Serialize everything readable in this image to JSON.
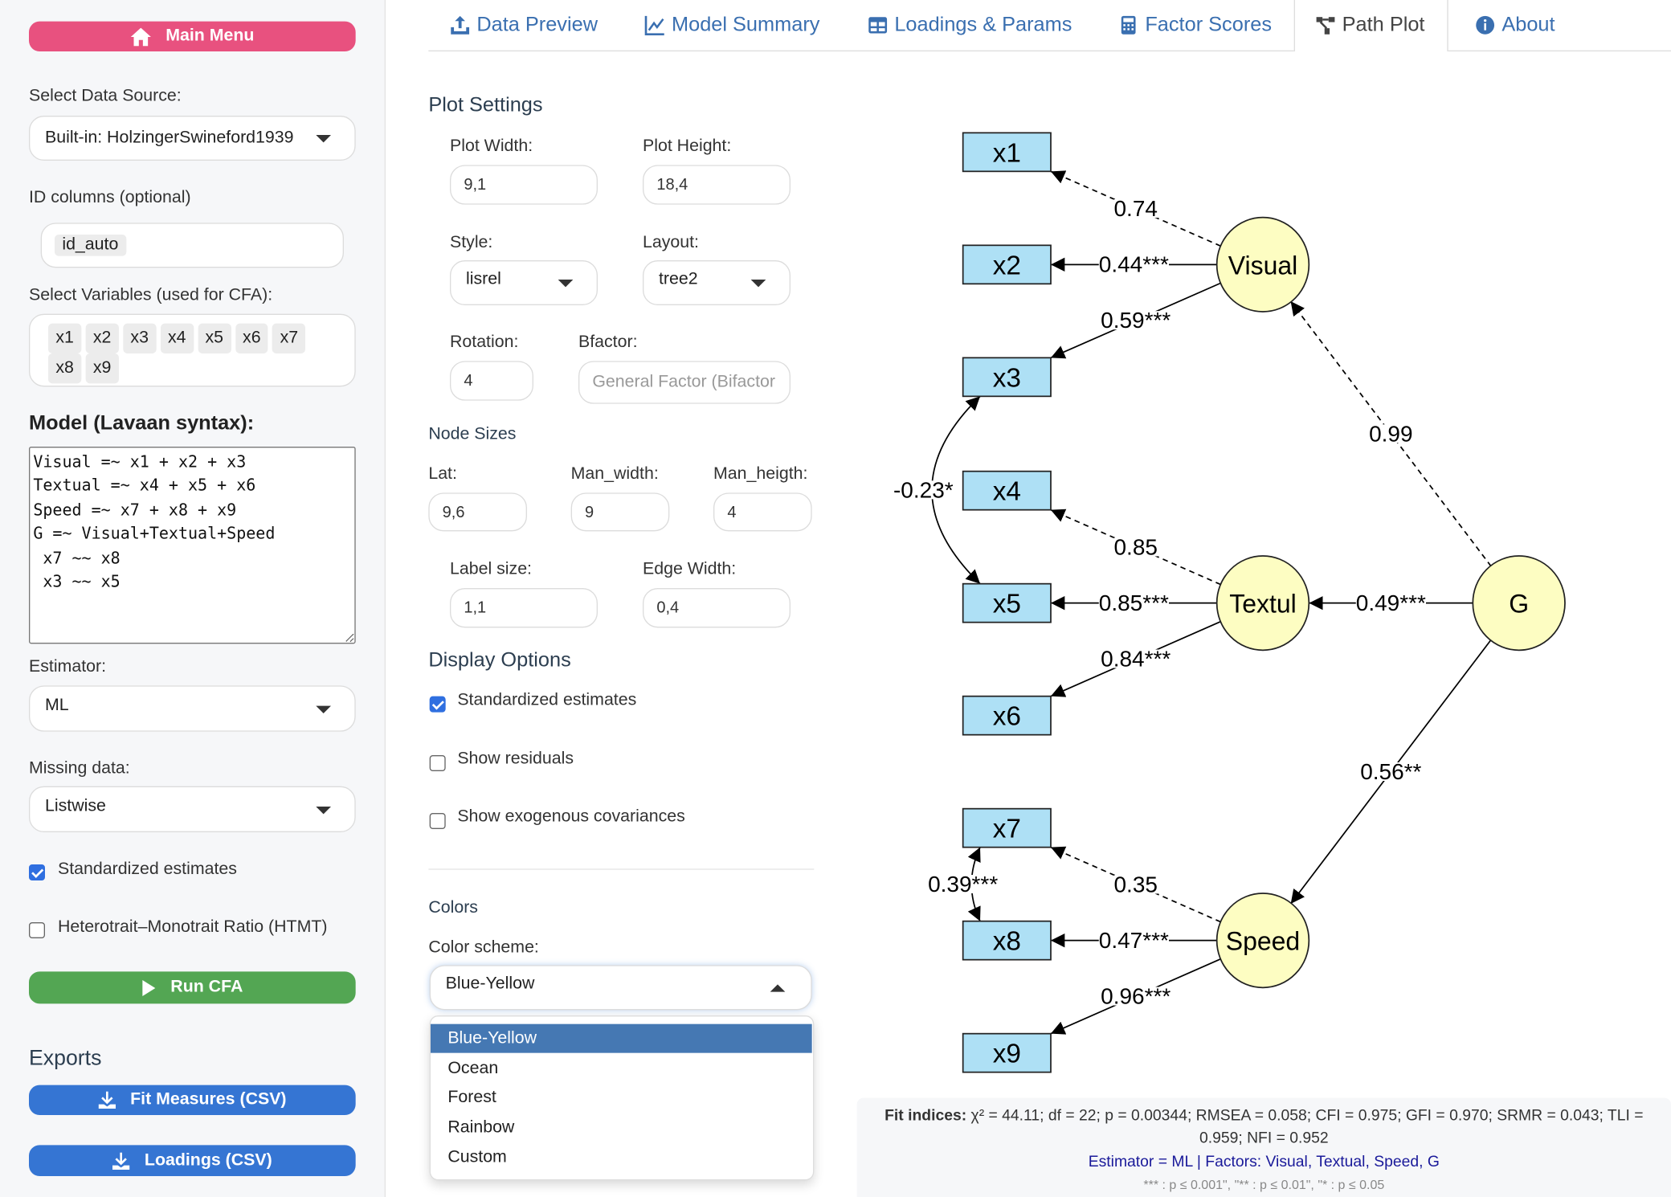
{
  "sidebar": {
    "main_menu": "Main Menu",
    "data_source_label": "Select Data Source:",
    "data_source_value": "Built-in: HolzingerSwineford1939",
    "id_columns_label": "ID columns (optional)",
    "id_columns_chips": [
      "id_auto"
    ],
    "variables_label": "Select Variables (used for CFA):",
    "variables": [
      "x1",
      "x2",
      "x3",
      "x4",
      "x5",
      "x6",
      "x7",
      "x8",
      "x9"
    ],
    "model_label": "Model (Lavaan syntax):",
    "model_syntax": "Visual =~ x1 + x2 + x3\nTextual =~ x4 + x5 + x6\nSpeed =~ x7 + x8 + x9\nG =~ Visual+Textual+Speed\n x7 ~~ x8\n x3 ~~ x5",
    "estimator_label": "Estimator:",
    "estimator_value": "ML",
    "missing_label": "Missing data:",
    "missing_value": "Listwise",
    "standardized_label": "Standardized estimates",
    "standardized_checked": true,
    "htmt_label": "Heterotrait–Monotrait Ratio (HTMT)",
    "htmt_checked": false,
    "run_label": "Run CFA",
    "exports_label": "Exports",
    "fit_csv_label": "Fit Measures (CSV)",
    "loadings_csv_label": "Loadings (CSV)",
    "colors": {
      "main_menu": "#e8517f",
      "run": "#53a653",
      "export": "#3575d3"
    }
  },
  "tabs": [
    {
      "label": "Data Preview",
      "icon": "upload-icon",
      "active": false
    },
    {
      "label": "Model Summary",
      "icon": "line-chart-icon",
      "active": false
    },
    {
      "label": "Loadings & Params",
      "icon": "table-icon",
      "active": false
    },
    {
      "label": "Factor Scores",
      "icon": "calculator-icon",
      "active": false
    },
    {
      "label": "Path Plot",
      "icon": "sitemap-icon",
      "active": true
    },
    {
      "label": "About",
      "icon": "info-icon",
      "active": false
    }
  ],
  "settings": {
    "plot_settings_title": "Plot Settings",
    "plot_width_label": "Plot Width:",
    "plot_width": "9,1",
    "plot_height_label": "Plot Height:",
    "plot_height": "18,4",
    "style_label": "Style:",
    "style": "lisrel",
    "layout_label": "Layout:",
    "layout": "tree2",
    "rotation_label": "Rotation:",
    "rotation": "4",
    "bfactor_label": "Bfactor:",
    "bfactor_placeholder": "General Factor (Bifactor",
    "node_sizes_title": "Node Sizes",
    "lat_label": "Lat:",
    "lat": "9,6",
    "man_width_label": "Man_width:",
    "man_width": "9",
    "man_height_label": "Man_heigth:",
    "man_height": "4",
    "label_size_label": "Label size:",
    "label_size": "1,1",
    "edge_width_label": "Edge Width:",
    "edge_width": "0,4",
    "display_title": "Display Options",
    "display_options": [
      {
        "label": "Standardized estimates",
        "checked": true
      },
      {
        "label": "Show residuals",
        "checked": false
      },
      {
        "label": "Show exogenous covariances",
        "checked": false
      }
    ],
    "colors_title": "Colors",
    "color_scheme_label": "Color scheme:",
    "color_scheme": "Blue-Yellow",
    "color_scheme_options": [
      "Blue-Yellow",
      "Ocean",
      "Forest",
      "Rainbow",
      "Custom"
    ],
    "highlight_color": "#4578b3"
  },
  "path_plot": {
    "colors": {
      "manifest": "#aee0f5",
      "latent": "#fdfdc2"
    },
    "nodes": [
      {
        "id": "x1",
        "label": "x1",
        "type": "manifest"
      },
      {
        "id": "x2",
        "label": "x2",
        "type": "manifest"
      },
      {
        "id": "x3",
        "label": "x3",
        "type": "manifest"
      },
      {
        "id": "x4",
        "label": "x4",
        "type": "manifest"
      },
      {
        "id": "x5",
        "label": "x5",
        "type": "manifest"
      },
      {
        "id": "x6",
        "label": "x6",
        "type": "manifest"
      },
      {
        "id": "x7",
        "label": "x7",
        "type": "manifest"
      },
      {
        "id": "x8",
        "label": "x8",
        "type": "manifest"
      },
      {
        "id": "x9",
        "label": "x9",
        "type": "manifest"
      },
      {
        "id": "Visual",
        "label": "Visual",
        "type": "latent"
      },
      {
        "id": "Textual",
        "label": "Textul",
        "type": "latent"
      },
      {
        "id": "Speed",
        "label": "Speed",
        "type": "latent"
      },
      {
        "id": "G",
        "label": "G",
        "type": "latent"
      }
    ],
    "edges": [
      {
        "from": "Visual",
        "to": "x1",
        "label": "0.74",
        "style": "dashed"
      },
      {
        "from": "Visual",
        "to": "x2",
        "label": "0.44***",
        "style": "solid"
      },
      {
        "from": "Visual",
        "to": "x3",
        "label": "0.59***",
        "style": "solid"
      },
      {
        "from": "Textual",
        "to": "x4",
        "label": "0.85",
        "style": "dashed"
      },
      {
        "from": "Textual",
        "to": "x5",
        "label": "0.85***",
        "style": "solid"
      },
      {
        "from": "Textual",
        "to": "x6",
        "label": "0.84***",
        "style": "solid"
      },
      {
        "from": "Speed",
        "to": "x7",
        "label": "0.35",
        "style": "dashed"
      },
      {
        "from": "Speed",
        "to": "x8",
        "label": "0.47***",
        "style": "solid"
      },
      {
        "from": "Speed",
        "to": "x9",
        "label": "0.96***",
        "style": "solid"
      },
      {
        "from": "G",
        "to": "Visual",
        "label": "0.99",
        "style": "dashed"
      },
      {
        "from": "G",
        "to": "Textual",
        "label": "0.49***",
        "style": "solid"
      },
      {
        "from": "G",
        "to": "Speed",
        "label": "0.56**",
        "style": "solid"
      }
    ],
    "covariances": [
      {
        "a": "x3",
        "b": "x5",
        "label": "-0.23*"
      },
      {
        "a": "x7",
        "b": "x8",
        "label": "0.39***"
      }
    ]
  },
  "fit": {
    "title": "Fit indices:",
    "text": "χ² = 44.11; df = 22; p = 0.00344; RMSEA = 0.058; CFI = 0.975; GFI = 0.970; SRMR = 0.043; TLI = 0.959; NFI = 0.952",
    "estimator_line": "Estimator = ML | Factors: Visual, Textual, Speed, G",
    "signif_line": "*** : p ≤ 0.001\", \"** : p ≤ 0.01\", \"* : p ≤ 0.05"
  }
}
